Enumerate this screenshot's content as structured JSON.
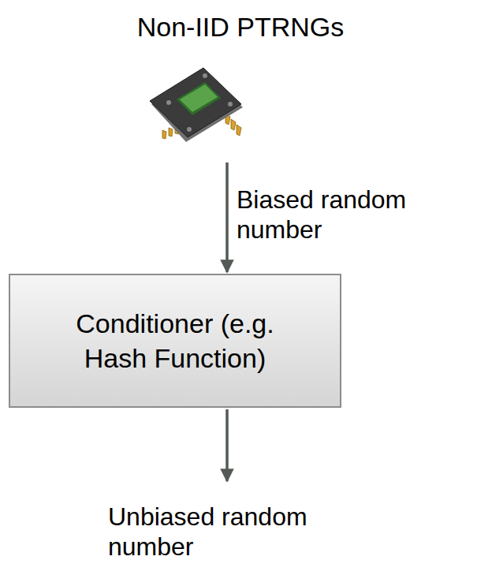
{
  "diagram": {
    "nodes": [
      {
        "text": [
          "Non-IID PTRNGs"
        ]
      },
      {
        "text": [
          "Conditioner (e.g. Hash Function)"
        ]
      }
    ],
    "edges": [
      {
        "from": 0,
        "to": 1,
        "label": "Biased random number",
        "arrow": "to"
      }
    ],
    "labels": [
      "Unbiased random number"
    ]
  }
}
